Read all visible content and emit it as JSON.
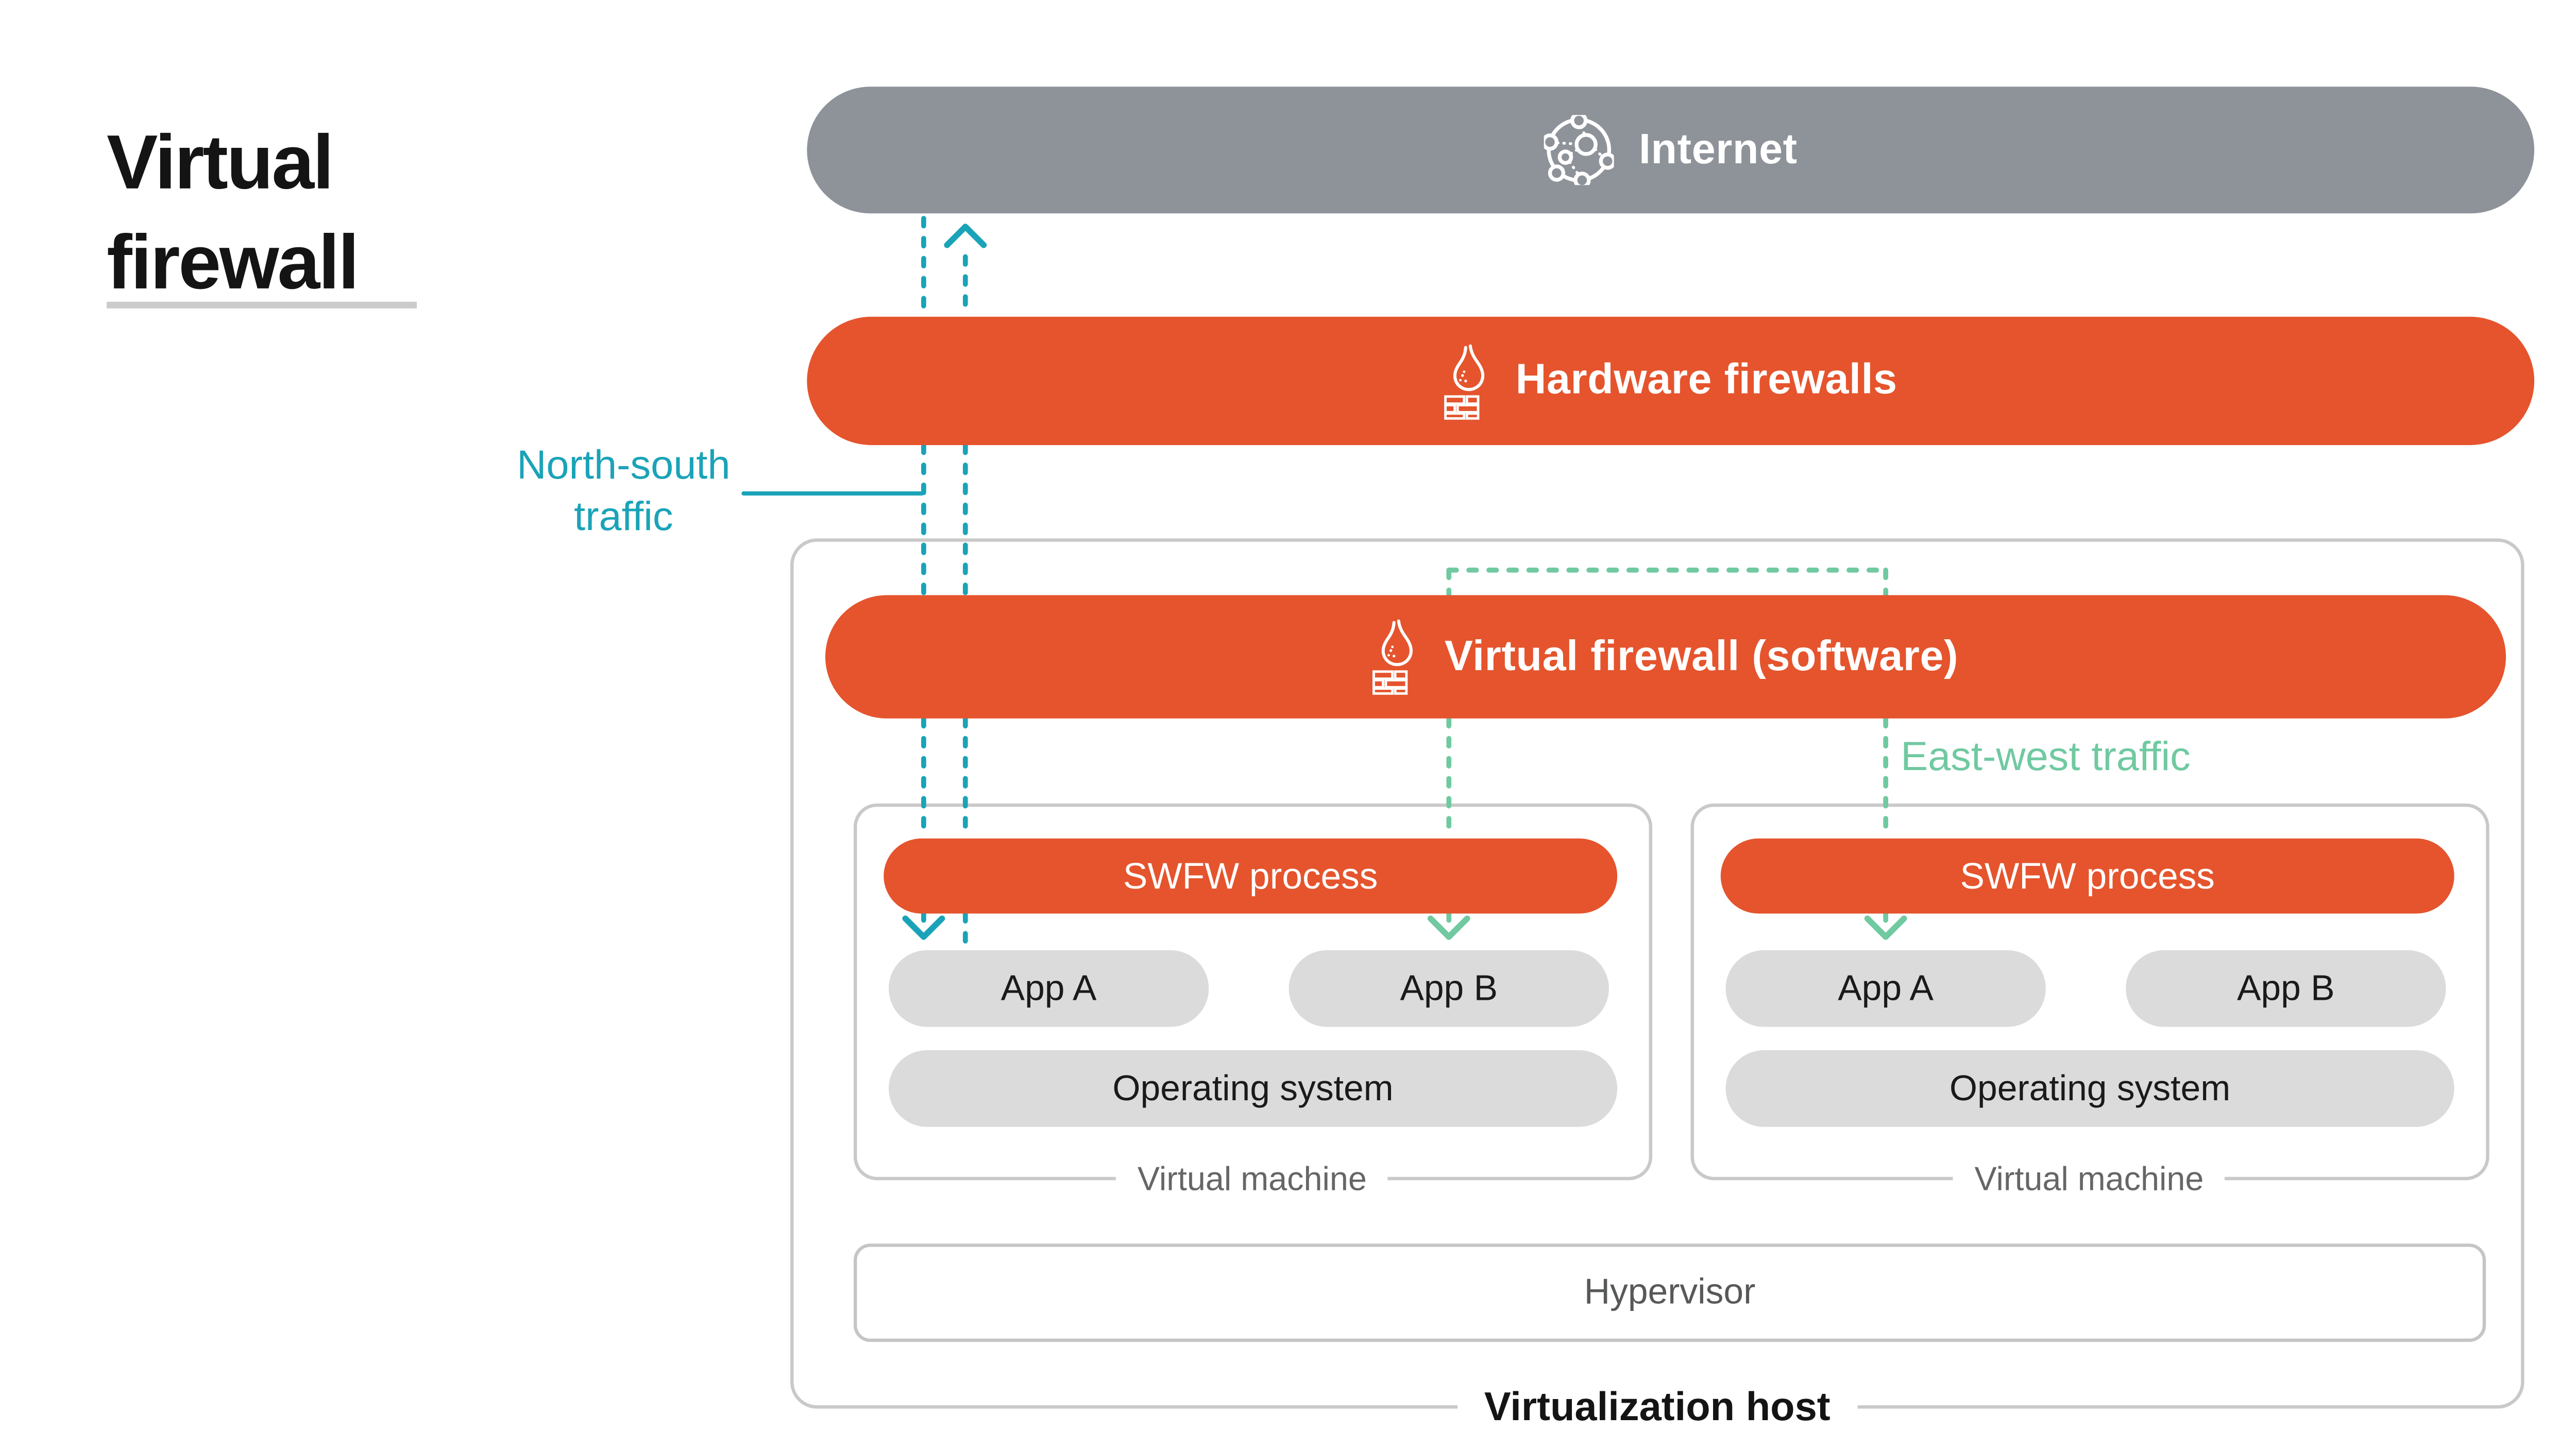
{
  "page_title": {
    "line1": "Virtual",
    "line2": "firewall"
  },
  "colors": {
    "orange": "#e5542d",
    "gray_bar": "#8e9299",
    "teal_north_south": "#1aa3b8",
    "seafoam_east_west": "#70c9a1",
    "pill_gray": "#dbdbdb",
    "container_border": "#c9c9c9",
    "text_dark": "#141414",
    "vm_label_gray": "#666666",
    "hypervisor_text": "#57585a",
    "divider_gray": "#cbcbcb"
  },
  "diagram": {
    "internet": {
      "label": "Internet",
      "icon": "network-globe-icon"
    },
    "hardware_firewalls": {
      "label": "Hardware firewalls",
      "icon": "firewall-flame-bricks-icon"
    },
    "north_south_traffic": {
      "line1": "North-south",
      "line2": "traffic"
    },
    "virtualization_host": {
      "label": "Virtualization host",
      "virtual_firewall": {
        "label": "Virtual firewall (software)",
        "icon": "firewall-flame-bricks-icon"
      },
      "east_west_traffic": {
        "label": "East-west traffic"
      },
      "virtual_machines": [
        {
          "swfw_process": "SWFW process",
          "app_a": "App A",
          "app_b": "App B",
          "operating_system": "Operating system",
          "label": "Virtual machine"
        },
        {
          "swfw_process": "SWFW process",
          "app_a": "App A",
          "app_b": "App B",
          "operating_system": "Operating system",
          "label": "Virtual machine"
        }
      ],
      "hypervisor": {
        "label": "Hypervisor"
      }
    }
  }
}
